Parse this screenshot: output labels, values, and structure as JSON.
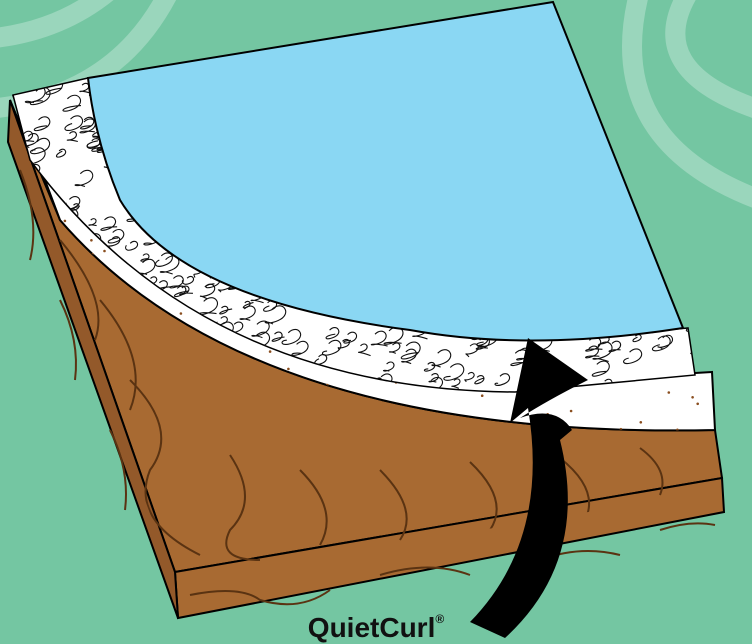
{
  "diagram": {
    "label": "QuietCurl",
    "label_mark": "®",
    "layers": [
      "floor-covering",
      "quietcurl-mesh",
      "underlayment-board",
      "wood-subfloor"
    ],
    "colors": {
      "background": "#74c6a2",
      "floor_covering": "#8ad7f3",
      "underlayment": "#ffffff",
      "wood": "#a86a32",
      "grain": "#5a3312",
      "mesh": "#111111",
      "arrow": "#000000"
    }
  }
}
